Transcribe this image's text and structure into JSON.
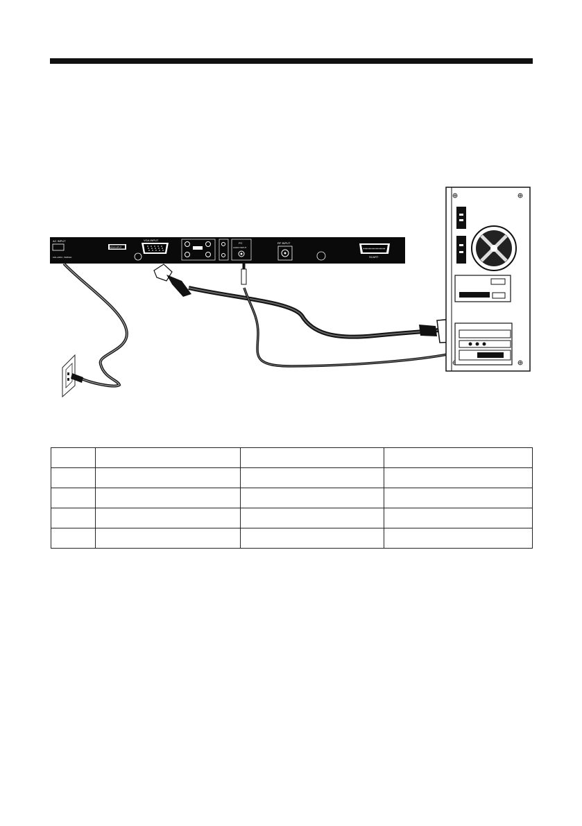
{
  "diagram": {
    "tv_panel_labels": {
      "ac_input": "AC INPUT",
      "ac_rating": "100~240V~ 50/60Hz",
      "hdmi_input": "HDMI INPUT",
      "vga_input": "VGA INPUT",
      "pc_audio": "PC",
      "pc_audio_input": "AUDIO INPUT",
      "rf_input": "RF INPUT",
      "scart": "SCART"
    }
  },
  "table": {
    "rows": [
      [
        "",
        "",
        "",
        ""
      ],
      [
        "",
        "",
        "",
        ""
      ],
      [
        "",
        "",
        "",
        ""
      ],
      [
        "",
        "",
        "",
        ""
      ],
      [
        "",
        "",
        "",
        ""
      ]
    ]
  }
}
